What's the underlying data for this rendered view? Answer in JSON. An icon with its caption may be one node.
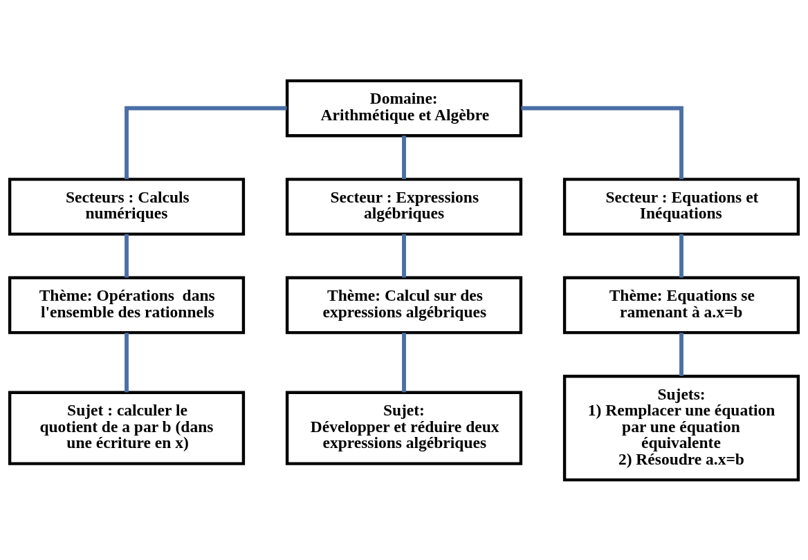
{
  "diagram": {
    "nodes": [
      {
        "text": [
          "Domaine:",
          "Arithmétique et Algèbre"
        ]
      },
      {
        "text": [
          "Secteurs : Calculs numériques"
        ]
      },
      {
        "text": [
          "Secteur : Expressions algébriques"
        ]
      },
      {
        "text": [
          "Secteur : Equations et Inéquations"
        ]
      },
      {
        "text": [
          "Thème: Opérations  dans l'ensemble des rationnels"
        ]
      },
      {
        "text": [
          "Thème: Calcul sur des expressions algébriques"
        ]
      },
      {
        "text": [
          "Thème: Equations se ramenant à a.x=b"
        ]
      },
      {
        "text": [
          "Sujet : calculer le quotient de a par b (dans une écriture en x)"
        ]
      },
      {
        "text": [
          "Sujet:",
          "Développer et réduire deux expressions algébriques"
        ]
      },
      {
        "text": [
          "Sujets:",
          "1) Remplacer une équation par une équation équivalente",
          "2) Résoudre a.x=b"
        ]
      }
    ],
    "edges": [
      {
        "from": 0,
        "to": 1,
        "arrow": "none"
      },
      {
        "from": 0,
        "to": 2,
        "arrow": "none"
      },
      {
        "from": 0,
        "to": 3,
        "arrow": "none"
      },
      {
        "from": 1,
        "to": 4,
        "arrow": "none"
      },
      {
        "from": 2,
        "to": 5,
        "arrow": "none"
      },
      {
        "from": 3,
        "to": 6,
        "arrow": "none"
      },
      {
        "from": 4,
        "to": 7,
        "arrow": "none"
      },
      {
        "from": 5,
        "to": 8,
        "arrow": "none"
      },
      {
        "from": 6,
        "to": 9,
        "arrow": "none"
      }
    ]
  }
}
